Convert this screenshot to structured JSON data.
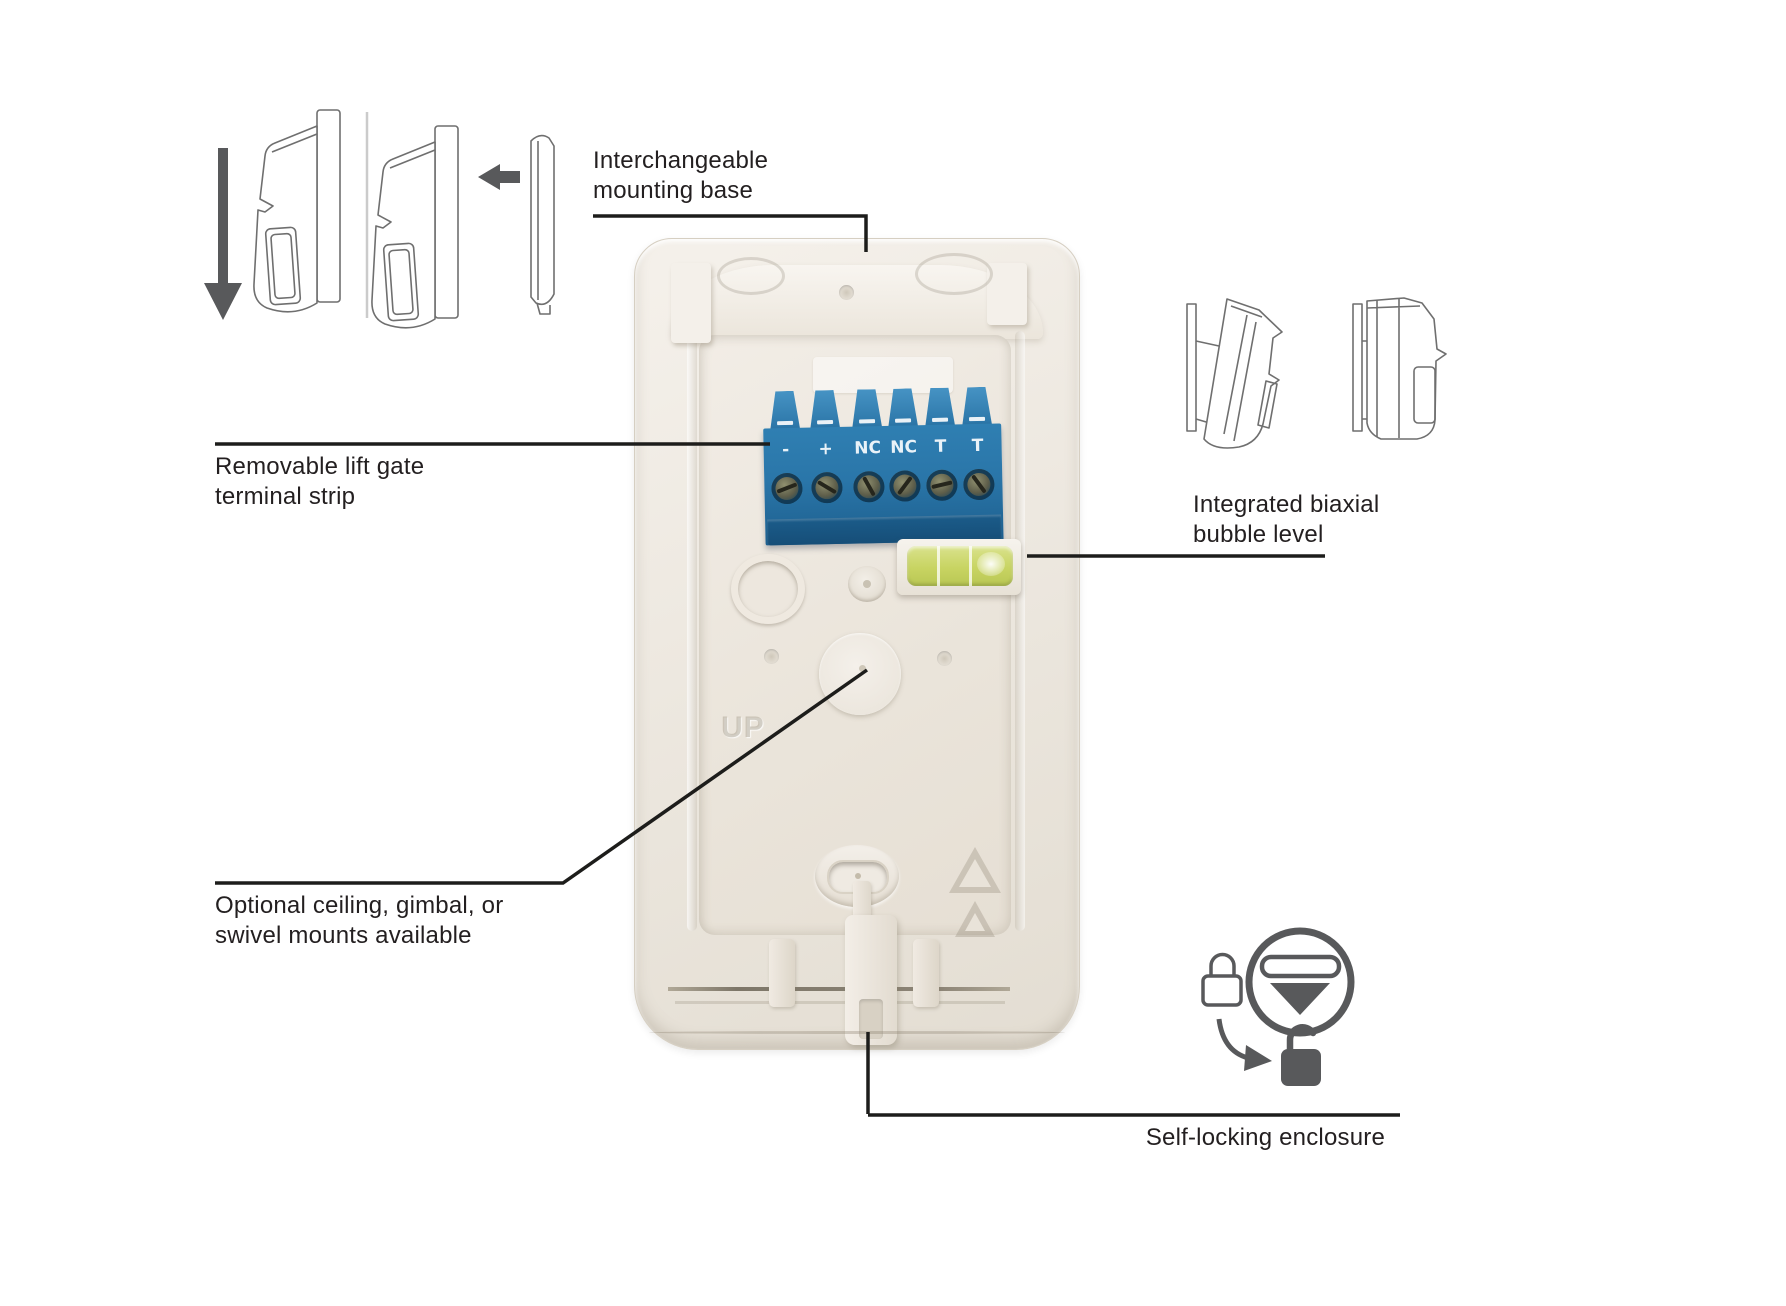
{
  "figure": {
    "callouts": {
      "mounting_base": {
        "line1": "Interchangeable",
        "line2": "mounting base"
      },
      "terminal_strip": {
        "line1": "Removable lift gate",
        "line2": "terminal strip"
      },
      "bubble_level": {
        "line1": "Integrated biaxial",
        "line2": "bubble level"
      },
      "mounts": {
        "line1": "Optional ceiling, gimbal, or",
        "line2": "swivel mounts available"
      },
      "enclosure": {
        "line1": "Self-locking enclosure"
      }
    },
    "terminal_block": {
      "labels": [
        "-",
        "+",
        "NC",
        "NC",
        "T",
        "T"
      ]
    },
    "base": {
      "embossed_text": "UP"
    },
    "icons": {
      "down_arrow": "down-arrow-icon",
      "left_arrow": "left-arrow-icon",
      "padlock_locked": "padlock-locked-icon",
      "padlock_unlocked": "padlock-unlocked-icon",
      "latch_slot_circle": "latch-slot-circle-icon",
      "rotate_arrow": "curved-arrow-icon",
      "recycle_triangle": "recycle-triangle-icon"
    },
    "colors": {
      "leader_line": "#1d1d1b",
      "text": "#231f20",
      "icon_gray": "#58595b",
      "line_art": "#6f6f6f",
      "terminal_blue": "#2f7fb2",
      "bubble_green": "#c8d462",
      "base_beige": "#f0ece5"
    }
  }
}
